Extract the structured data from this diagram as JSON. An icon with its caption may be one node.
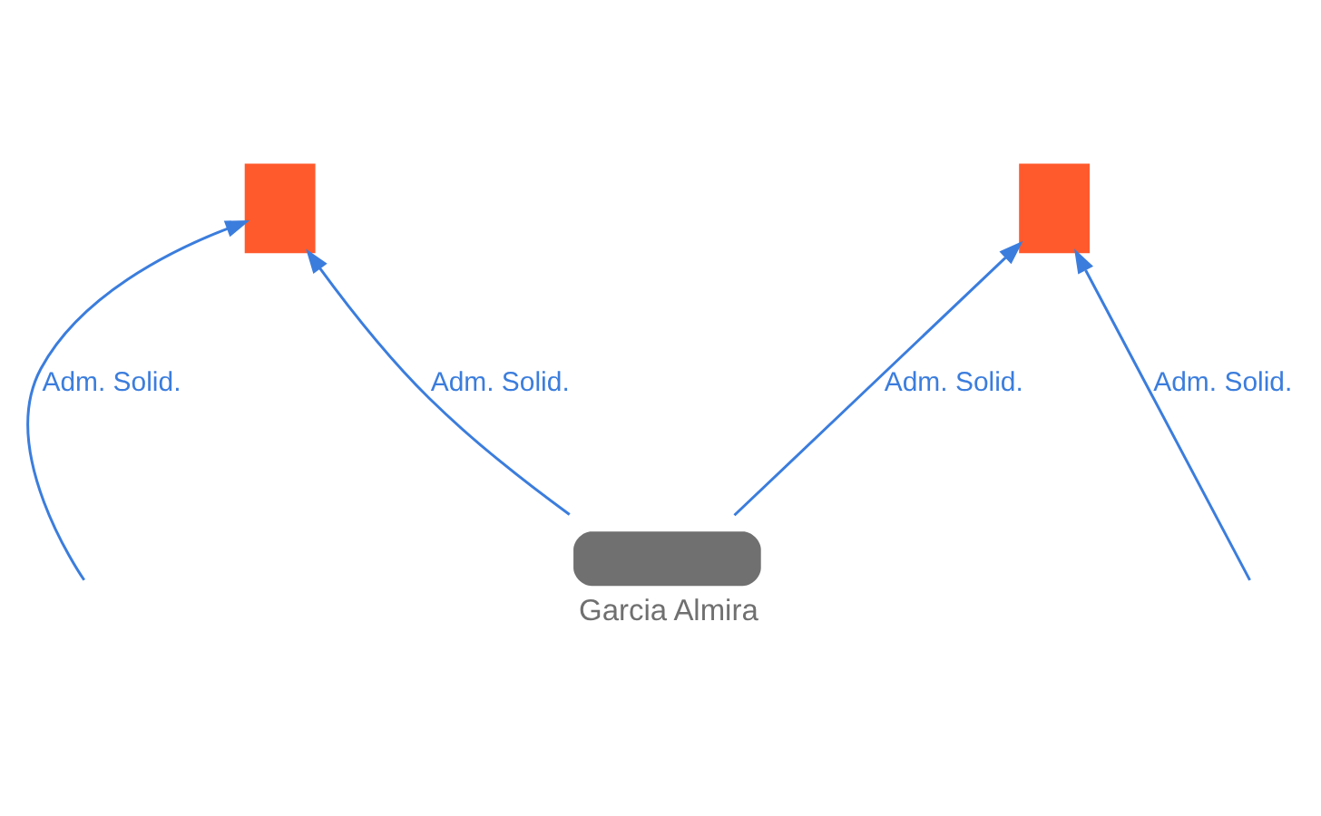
{
  "diagram": {
    "nodes": [
      {
        "text": [],
        "shape": "building"
      },
      {
        "text": [],
        "shape": "building"
      },
      {
        "text": [
          "Garcia Almira"
        ]
      }
    ],
    "edges": [
      {
        "from": 2,
        "to": 0,
        "arrow": "to",
        "label": "Adm. Solid."
      },
      {
        "from": 2,
        "to": 1,
        "arrow": "to",
        "label": "Adm. Solid."
      },
      {
        "from": null,
        "to": 1,
        "arrow": "to",
        "label": "Adm. Solid."
      },
      {
        "from": null,
        "to": 0,
        "arrow": "to",
        "label": "Adm. Solid."
      }
    ]
  }
}
